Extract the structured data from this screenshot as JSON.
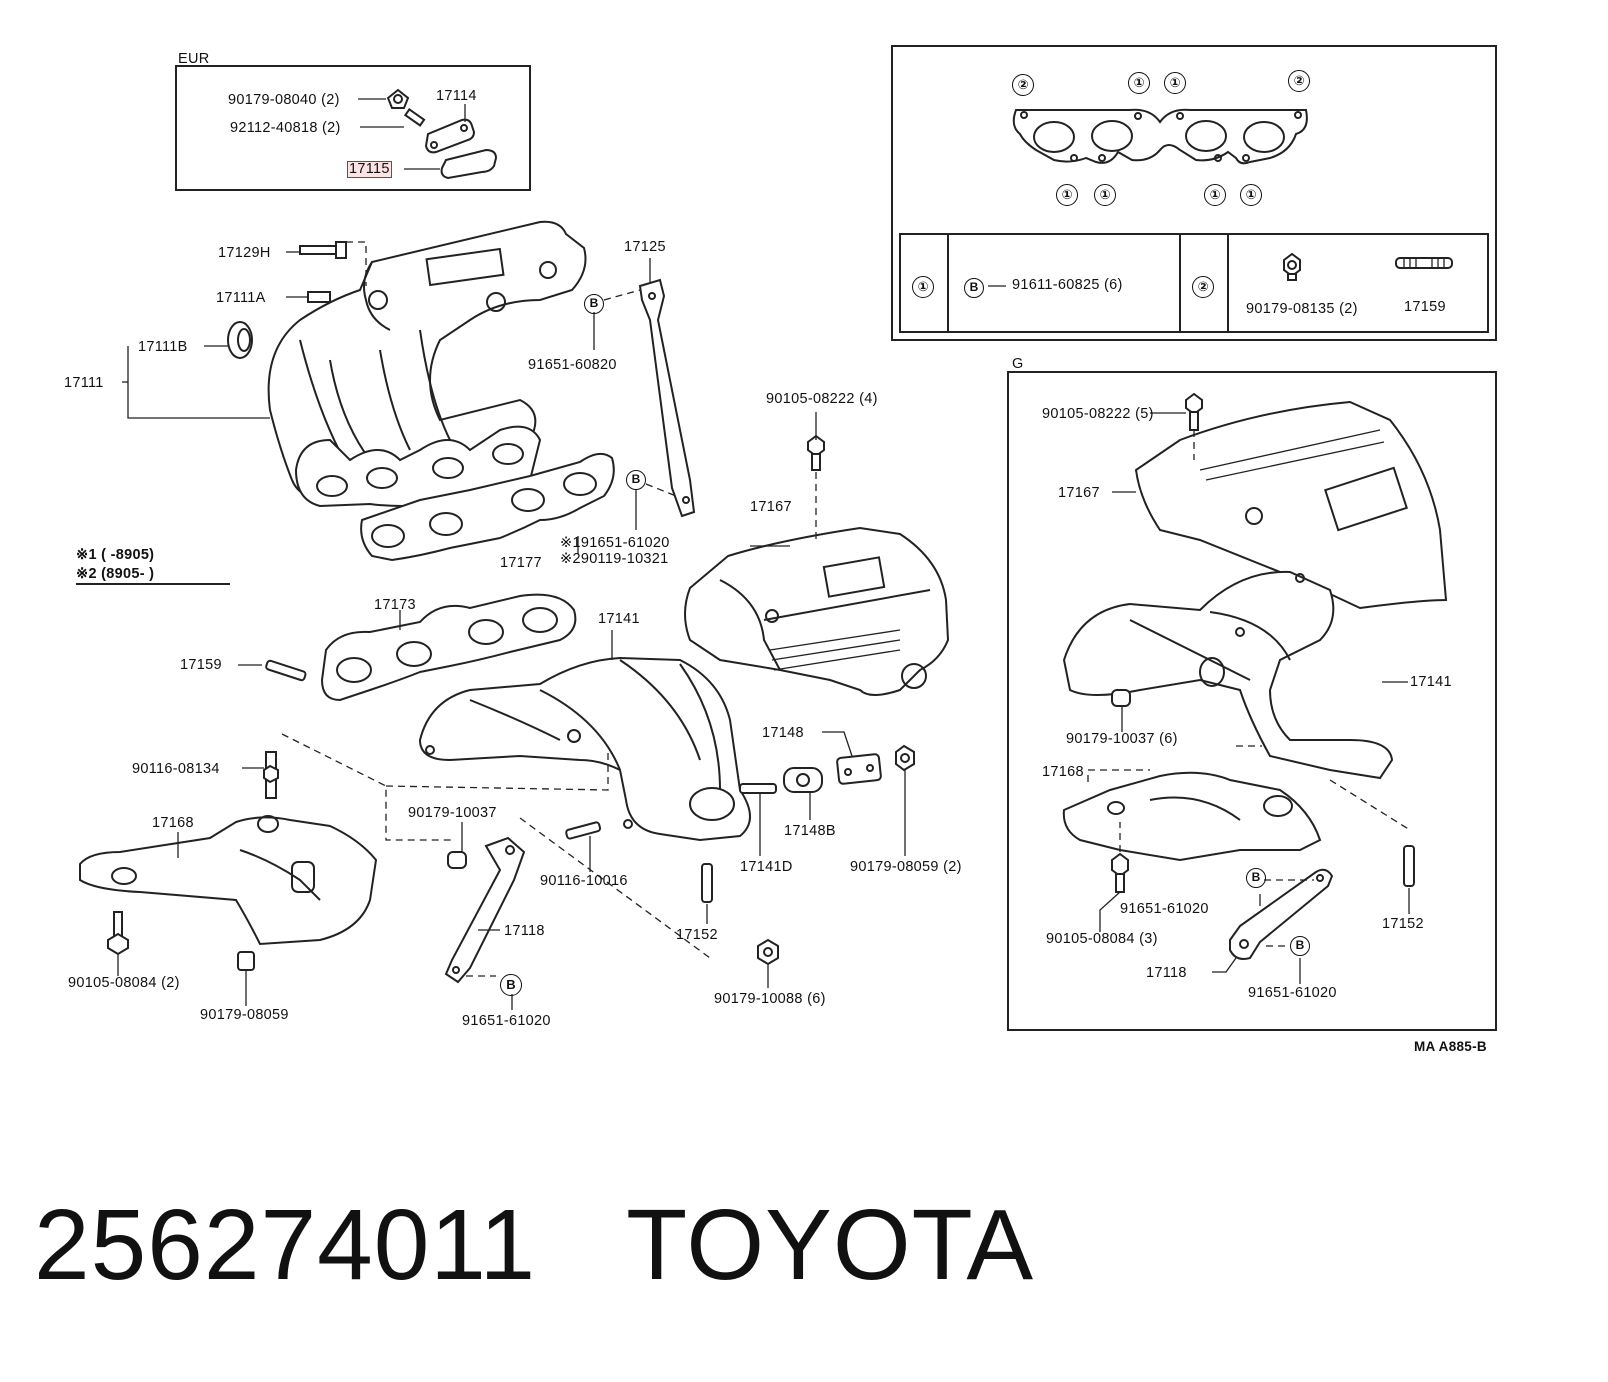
{
  "insets": {
    "eur": {
      "title": "EUR",
      "parts": [
        "90179-08040 (2)",
        "92112-40818 (2)",
        "17114",
        "17115"
      ],
      "highlight": "17115"
    },
    "gasket_detail": {
      "markers_top": [
        "②",
        "①",
        "①",
        "②"
      ],
      "markers_bottom": [
        "①",
        "①",
        "①",
        "①"
      ],
      "table": {
        "row1_marker": "①",
        "row1_b": "B",
        "row1_part": "91611-60825 (6)",
        "row2_marker": "②",
        "row2_parts": [
          "90179-08135 (2)",
          "17159"
        ]
      }
    },
    "g": {
      "title": "G",
      "parts": [
        "90105-08222 (5)",
        "17167",
        "17141",
        "90179-10037 (6)",
        "17168",
        "91651-61020",
        "90105-08084 (3)",
        "17118",
        "91651-61020",
        "17152"
      ]
    }
  },
  "labels": {
    "p17129H": "17129H",
    "p17111A": "17111A",
    "p17111B": "17111B",
    "p17111": "17111",
    "p17125": "17125",
    "p91651_60820": "91651-60820",
    "p91651_61020_a": "91651-61020",
    "p90119_10321": "90119-10321",
    "note1_mark": "※1",
    "note2_mark": "※2",
    "note1": "※1 (     -8905)",
    "note2": "※2 (8905-      )",
    "p17177": "17177",
    "p90105_08222": "90105-08222 (4)",
    "p17167": "17167",
    "p17173": "17173",
    "p17141": "17141",
    "p17159": "17159",
    "p90116_08134": "90116-08134",
    "p17148": "17148",
    "p17148B": "17148B",
    "p90179_10037": "90179-10037",
    "p17168": "17168",
    "p90116_10016": "90116-10016",
    "p17141D": "17141D",
    "p90179_08059_2": "90179-08059 (2)",
    "p17118": "17118",
    "p17152": "17152",
    "p90105_08084_2": "90105-08084 (2)",
    "p90179_08059": "90179-08059",
    "p91651_61020_b": "91651-61020",
    "p90179_10088": "90179-10088 (6)",
    "b": "B"
  },
  "drawing_code": "MA A885-B",
  "footer": {
    "part_number": "256274011",
    "brand": "TOYOTA"
  },
  "colors": {
    "line": "#222222",
    "highlight_border": "#d02020",
    "highlight_fill": "#fde3e3",
    "background": "#ffffff"
  }
}
